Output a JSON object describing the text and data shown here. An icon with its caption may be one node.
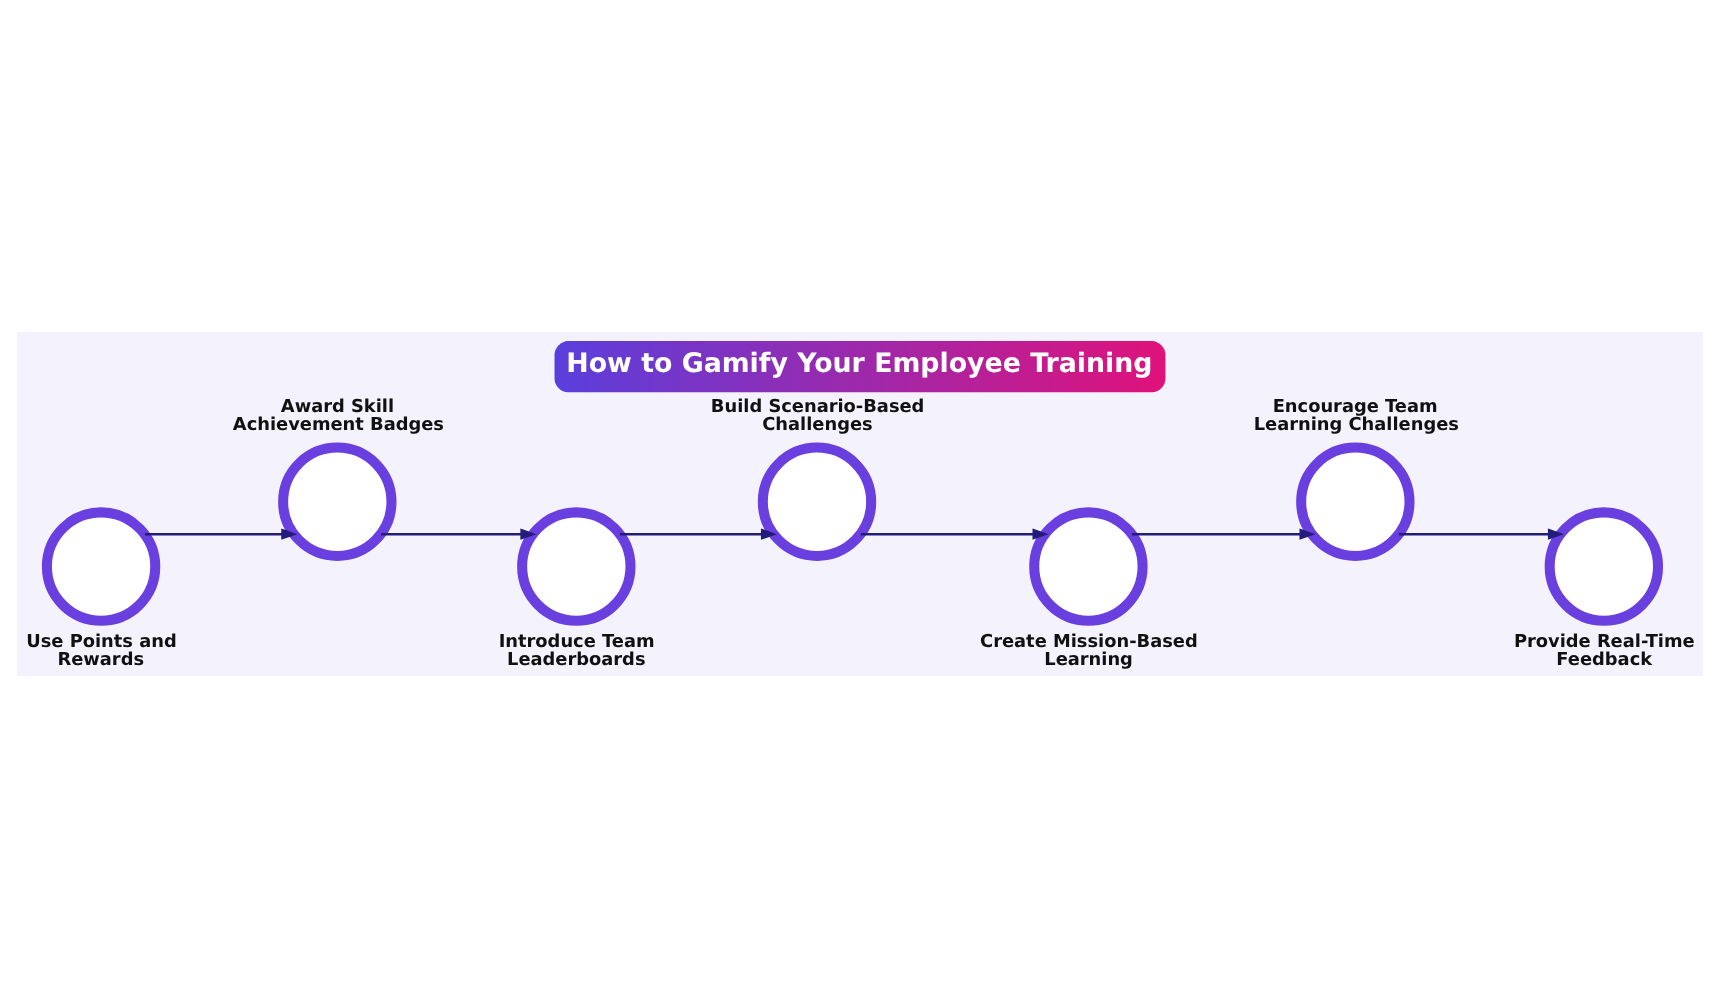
{
  "diagram": {
    "title": "How to Gamify Your Employee Training",
    "nodes": [
      {
        "text": [],
        "shape": "circle",
        "beside": [
          "Use Points and Rewards"
        ]
      },
      {
        "text": [],
        "shape": "circle",
        "beside": [
          "Award Skill Achievement Badges"
        ]
      },
      {
        "text": [],
        "shape": "circle",
        "beside": [
          "Introduce Team Leaderboards"
        ]
      },
      {
        "text": [],
        "shape": "circle",
        "beside": [
          "Build Scenario-Based Challenges"
        ]
      },
      {
        "text": [],
        "shape": "circle",
        "beside": [
          "Create Mission-Based Learning"
        ]
      },
      {
        "text": [],
        "shape": "circle",
        "beside": [
          "Encourage Team Learning Challenges"
        ]
      },
      {
        "text": [],
        "shape": "circle",
        "beside": [
          "Provide Real-Time Feedback"
        ]
      }
    ],
    "edges": [
      {
        "from": 0,
        "to": 1,
        "arrow": "to"
      },
      {
        "from": 1,
        "to": 2,
        "arrow": "to"
      },
      {
        "from": 2,
        "to": 3,
        "arrow": "to"
      },
      {
        "from": 3,
        "to": 4,
        "arrow": "to"
      },
      {
        "from": 4,
        "to": 5,
        "arrow": "to"
      },
      {
        "from": 5,
        "to": 6,
        "arrow": "to"
      }
    ]
  }
}
